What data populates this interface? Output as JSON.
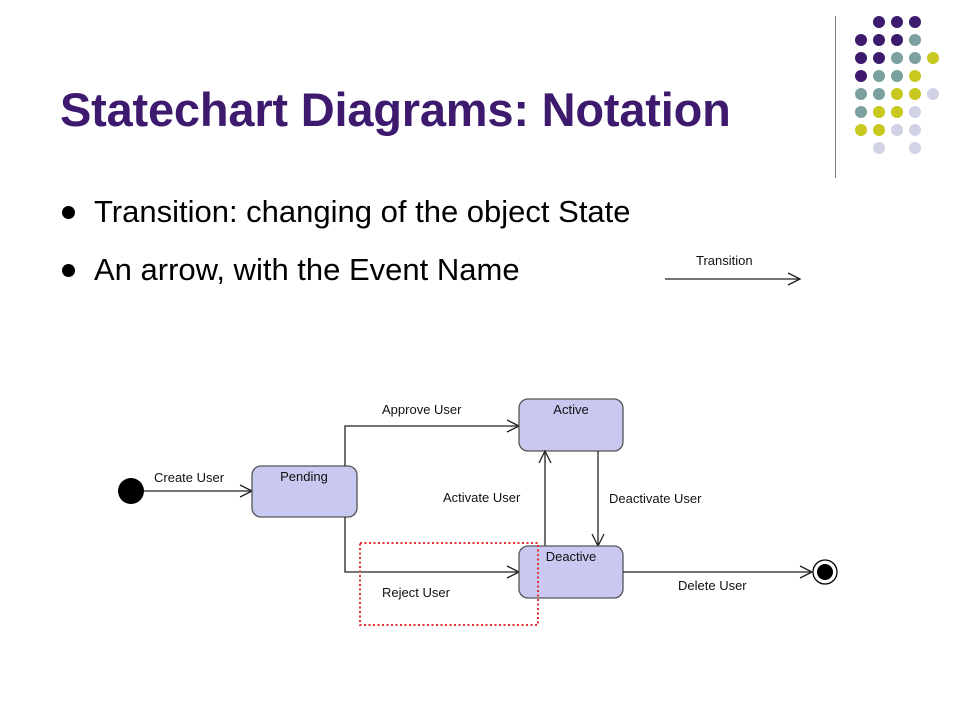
{
  "slide": {
    "title": "Statechart Diagrams: Notation",
    "bullets": [
      "Transition: changing of the object State",
      "An arrow, with the Event Name"
    ],
    "legend_label": "Transition"
  },
  "diagram": {
    "states": {
      "pending": "Pending",
      "active": "Active",
      "deactive": "Deactive"
    },
    "transitions": {
      "create_user": "Create User",
      "approve_user": "Approve User",
      "activate_user": "Activate User",
      "deactivate_user": "Deactivate User",
      "reject_user": "Reject User",
      "delete_user": "Delete User"
    }
  },
  "colors": {
    "title": "#3d1a6e",
    "state_fill": "#c8c8f0",
    "highlight": "#e03030",
    "dot_purple": "#3d1a6e",
    "dot_teal": "#7ba0a0",
    "dot_yellow": "#c8c81e",
    "dot_lavender": "#d2d2e6"
  }
}
